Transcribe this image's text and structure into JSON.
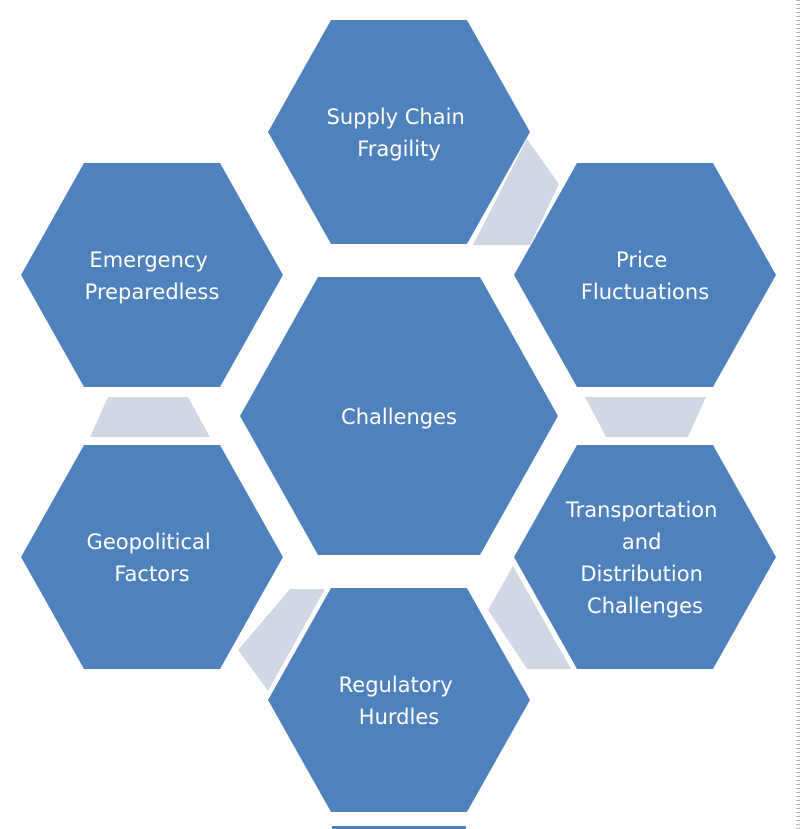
{
  "diagram": {
    "colors": {
      "hexagon": "#4f81bd",
      "connector": "#cfd6e4",
      "label": "#ffffff"
    },
    "center": {
      "label_lines": [
        "Challenges"
      ]
    },
    "nodes": [
      {
        "id": "supply-chain-fragility",
        "label_lines": [
          "Supply Chain",
          "Fragility"
        ]
      },
      {
        "id": "price-fluctuations",
        "label_lines": [
          "Price",
          "Fluctuations"
        ]
      },
      {
        "id": "transportation-and-distribution-challenges",
        "label_lines": [
          "Transportation",
          "and",
          "Distribution",
          "Challenges"
        ]
      },
      {
        "id": "regulatory-hurdles",
        "label_lines": [
          "Regulatory",
          "Hurdles"
        ]
      },
      {
        "id": "geopolitical-factors",
        "label_lines": [
          "Geopolitical",
          "Factors"
        ]
      },
      {
        "id": "emergency-preparedless",
        "label_lines": [
          "Emergency",
          "Preparedless"
        ]
      }
    ]
  }
}
